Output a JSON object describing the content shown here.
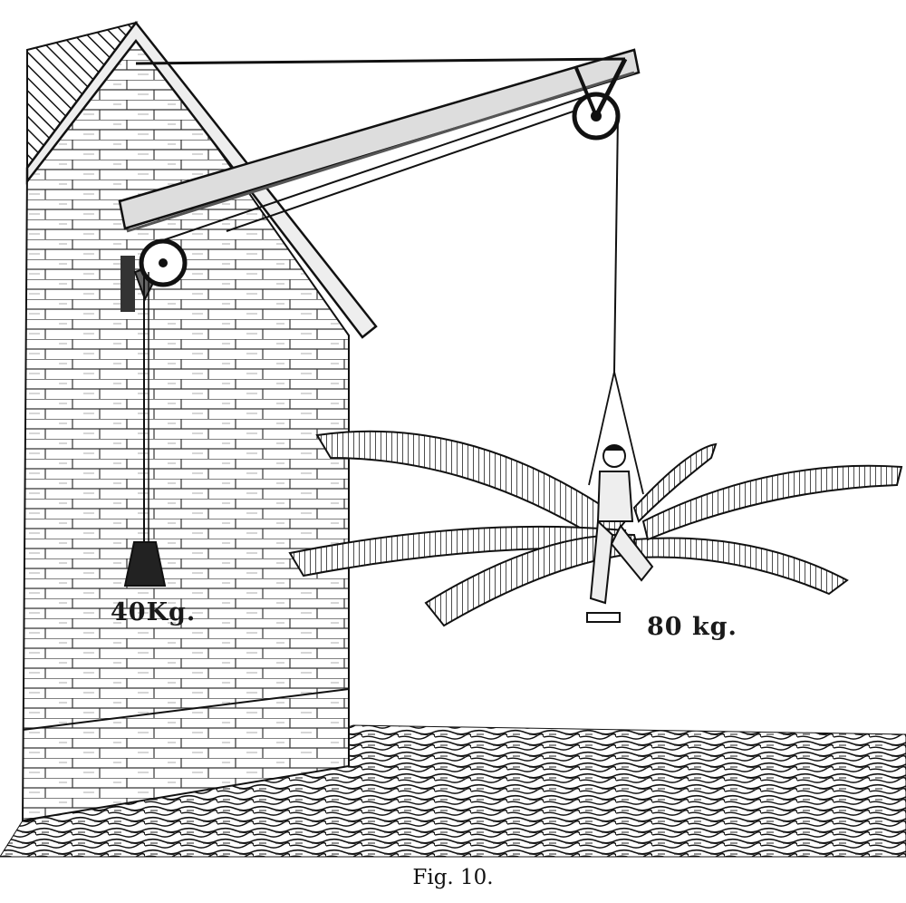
{
  "labels": {
    "counterweight": "40Kg.",
    "flyer": "80 kg."
  },
  "caption": "Fig. 10.",
  "colors": {
    "ink": "#1a1a1a",
    "paper": "#ffffff"
  }
}
